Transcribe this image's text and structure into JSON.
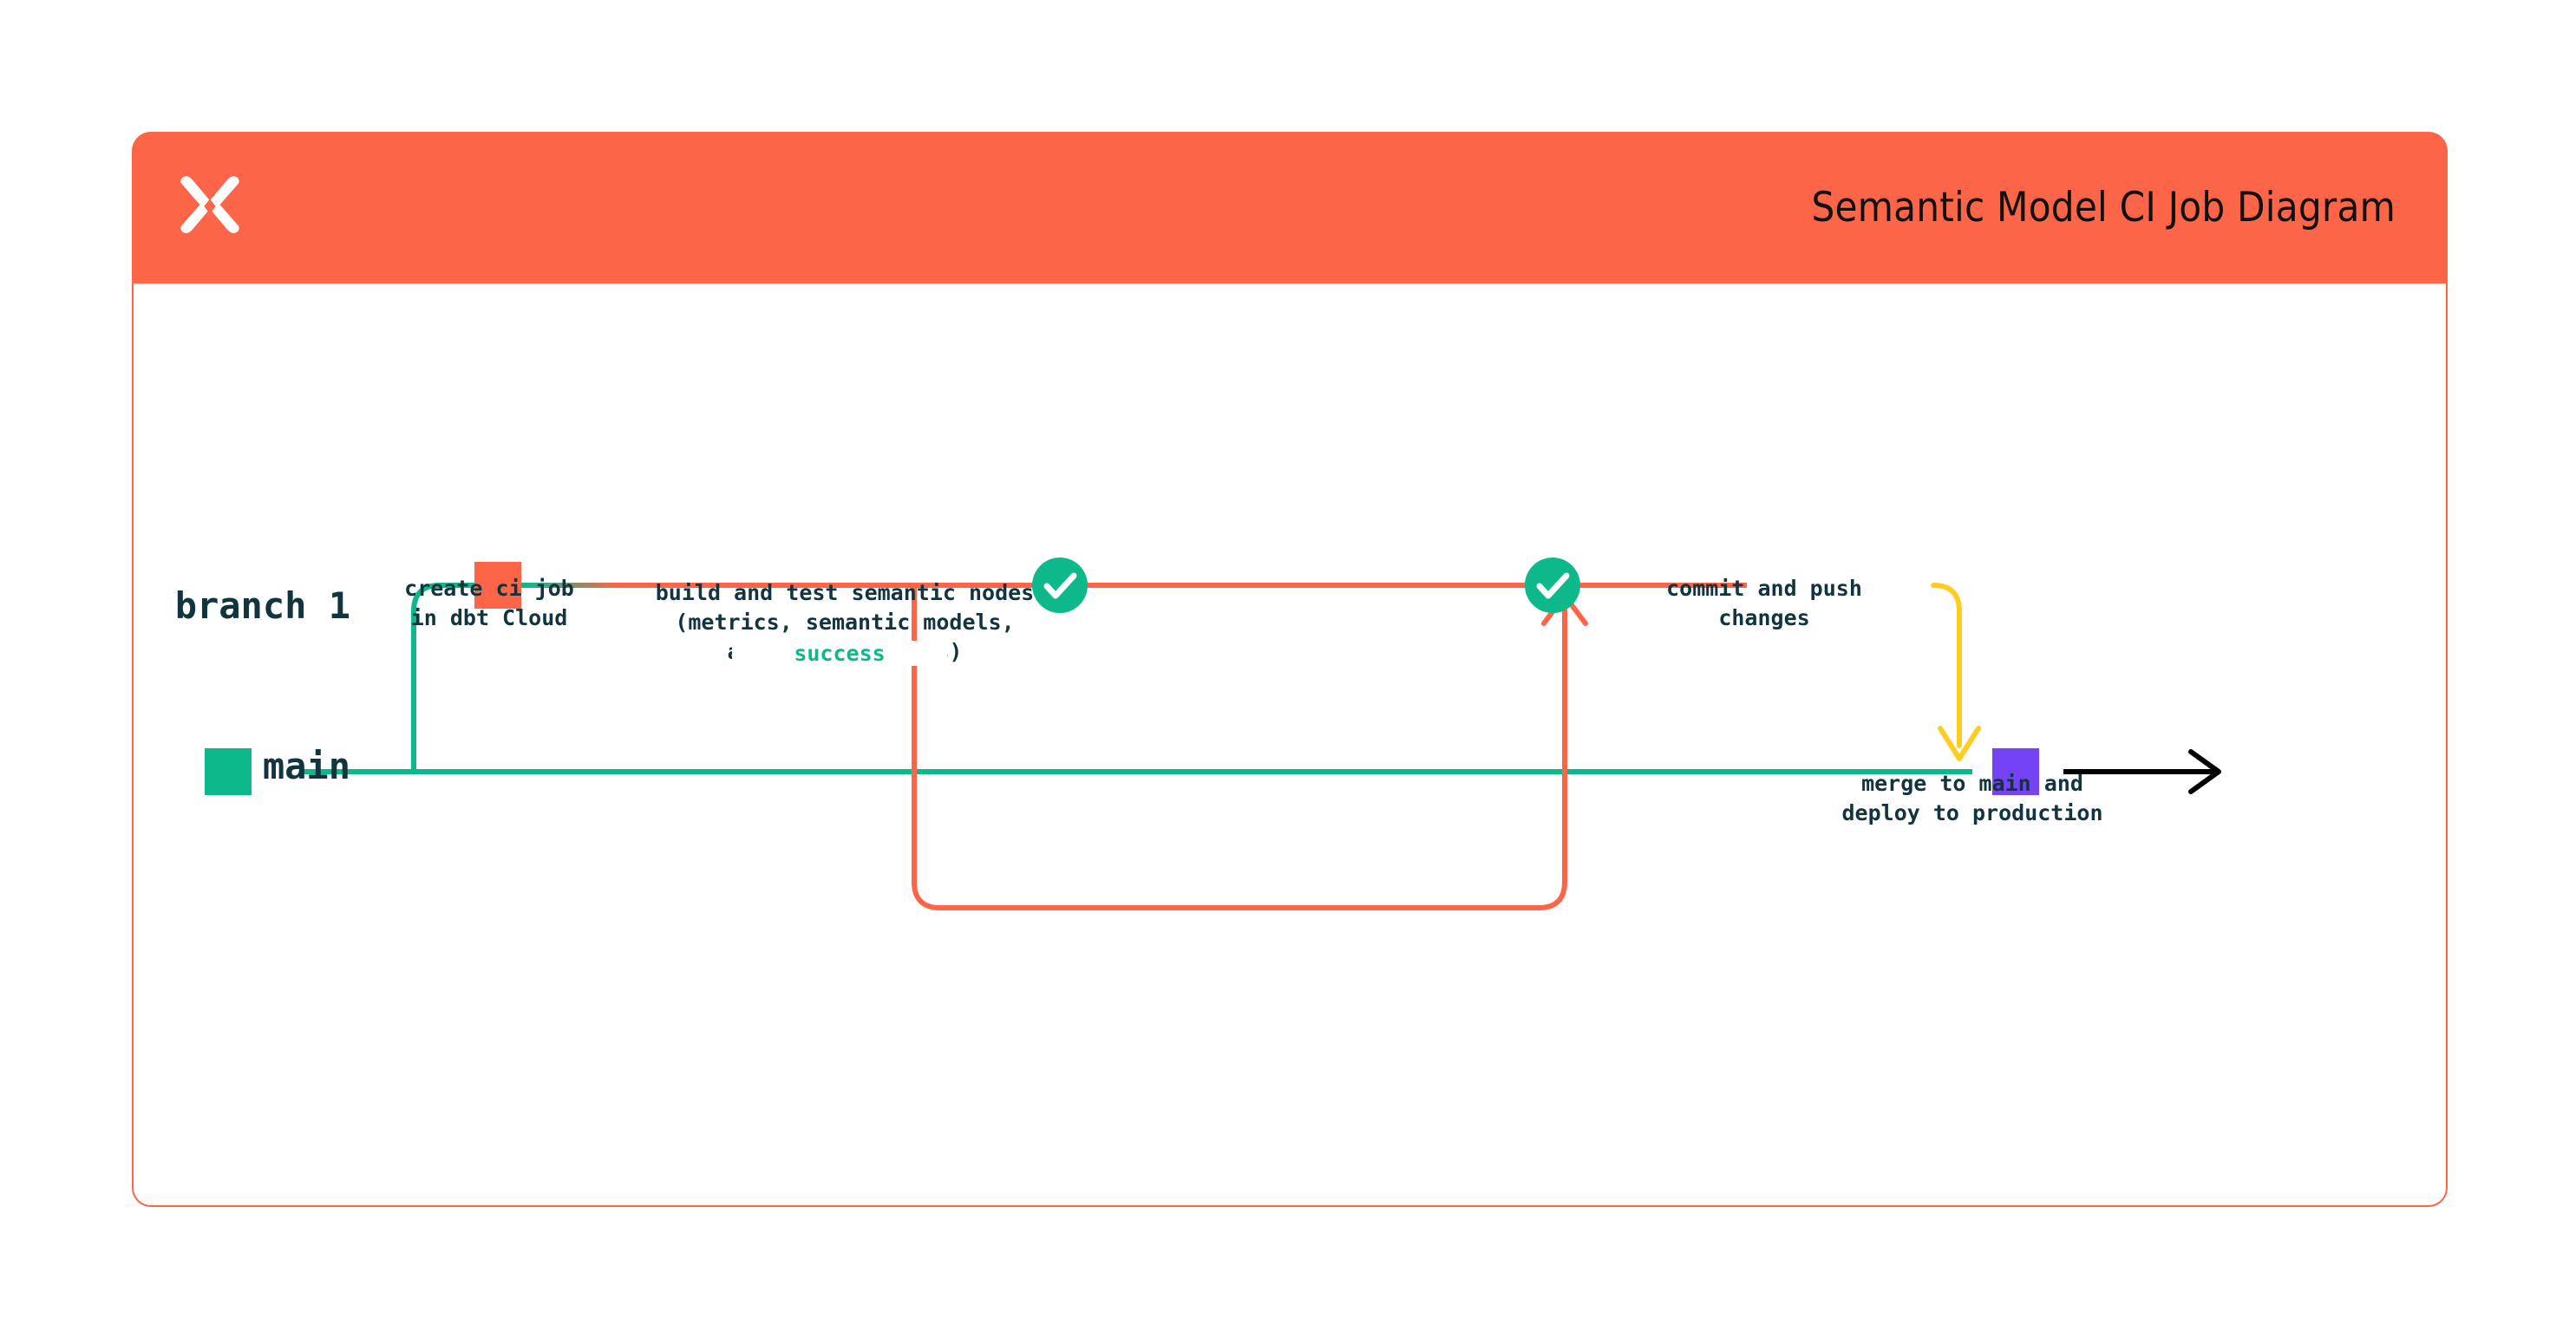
{
  "header": {
    "title": "Semantic Model CI Job Diagram",
    "logo_icon": "dbt-logo-icon",
    "background_color": "#FC6548",
    "title_color": "#111111"
  },
  "card": {
    "border_color": "#FC6548",
    "background_color": "#FFFFFF"
  },
  "palette": {
    "coral": "#FC6548",
    "green": "#0DB98A",
    "yellow": "#FFCC22",
    "purple": "#7443F5",
    "navy": "#11343F",
    "black": "#000000"
  },
  "diagram": {
    "type": "git-branch-flow",
    "lanes": [
      {
        "id": "branch-1",
        "label": "branch 1",
        "color": "#FC6548"
      },
      {
        "id": "main",
        "label": "main",
        "color": "#0DB98A"
      }
    ],
    "nodes": [
      {
        "id": "create-ci-job",
        "lane": "branch-1",
        "marker": "square",
        "marker_color": "#FC6548",
        "caption": "create ci job\nin dbt Cloud"
      },
      {
        "id": "build-and-test",
        "lane": "branch-1",
        "marker": "check-circle",
        "marker_color": "#0DB98A",
        "caption": "build and test semantic nodes\n(metrics, semantic models,\nand saved queries)"
      },
      {
        "id": "commit-and-push",
        "lane": "branch-1",
        "marker": "check-circle",
        "marker_color": "#0DB98A",
        "caption": "commit and push\nchanges"
      },
      {
        "id": "merge-to-main",
        "lane": "main",
        "marker": "square",
        "marker_color": "#7443F5",
        "caption": "merge to main and\ndeploy to production"
      }
    ],
    "edges": [
      {
        "id": "branch-off",
        "from": "main",
        "to": "branch-1",
        "style": "gradient",
        "colors": [
          "#0DB98A",
          "#FC6548"
        ]
      },
      {
        "id": "retry-loop",
        "from": "build-and-test",
        "to": "branch-line",
        "label": "success",
        "label_color": "#0DB98A",
        "color": "#FC6548",
        "arrow": "up"
      },
      {
        "id": "merge-down",
        "from": "commit-and-push",
        "to": "merge-to-main",
        "color": "#FFCC22",
        "arrow": "down"
      },
      {
        "id": "main-continues",
        "from": "merge-to-main",
        "to": "end",
        "color": "#000000",
        "arrow": "right"
      }
    ]
  }
}
